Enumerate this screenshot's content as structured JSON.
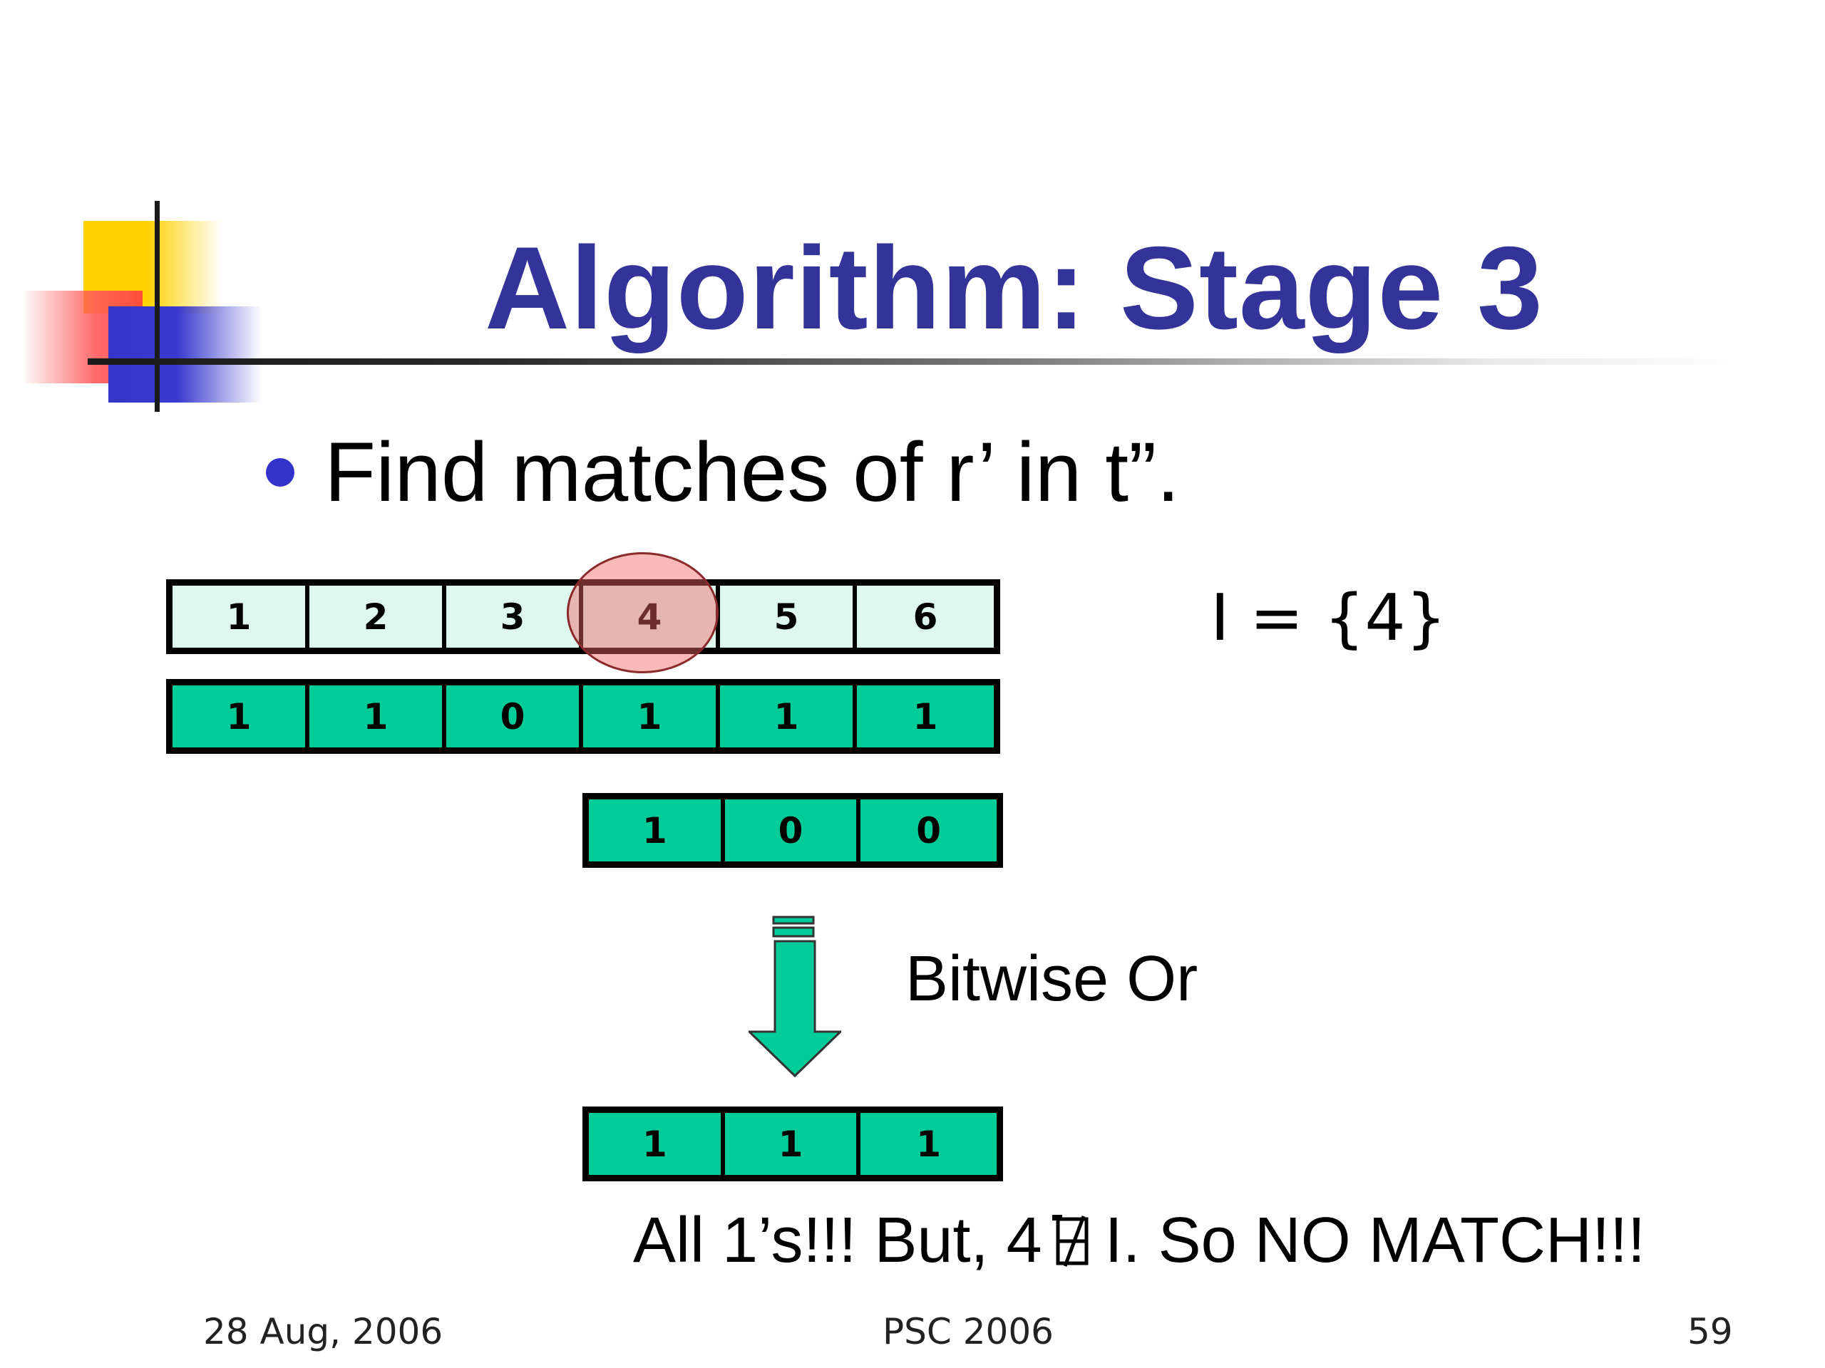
{
  "slide": {
    "title": "Algorithm: Stage 3",
    "bullet": "Find matches of r’ in t”.",
    "index_row": [
      "1",
      "2",
      "3",
      "4",
      "5",
      "6"
    ],
    "text_bits_row": [
      "1",
      "1",
      "0",
      "1",
      "1",
      "1"
    ],
    "pattern_bits_row": [
      "1",
      "0",
      "0"
    ],
    "result_row": [
      "1",
      "1",
      "1"
    ],
    "highlighted_index": "4",
    "set_label": "I = {4}",
    "operation_label": "Bitwise Or",
    "conclusion_part1": "All 1’s!!! But, 4",
    "conclusion_part2": "I. So NO MATCH!!!"
  },
  "footer": {
    "date": "28 Aug, 2006",
    "center": "PSC 2006",
    "page_number": "59"
  },
  "colors": {
    "title": "#333399",
    "cell_light": "#dff8ef",
    "cell_green": "#00cc99",
    "highlight": "#f06464",
    "bullet": "#3333cc"
  }
}
